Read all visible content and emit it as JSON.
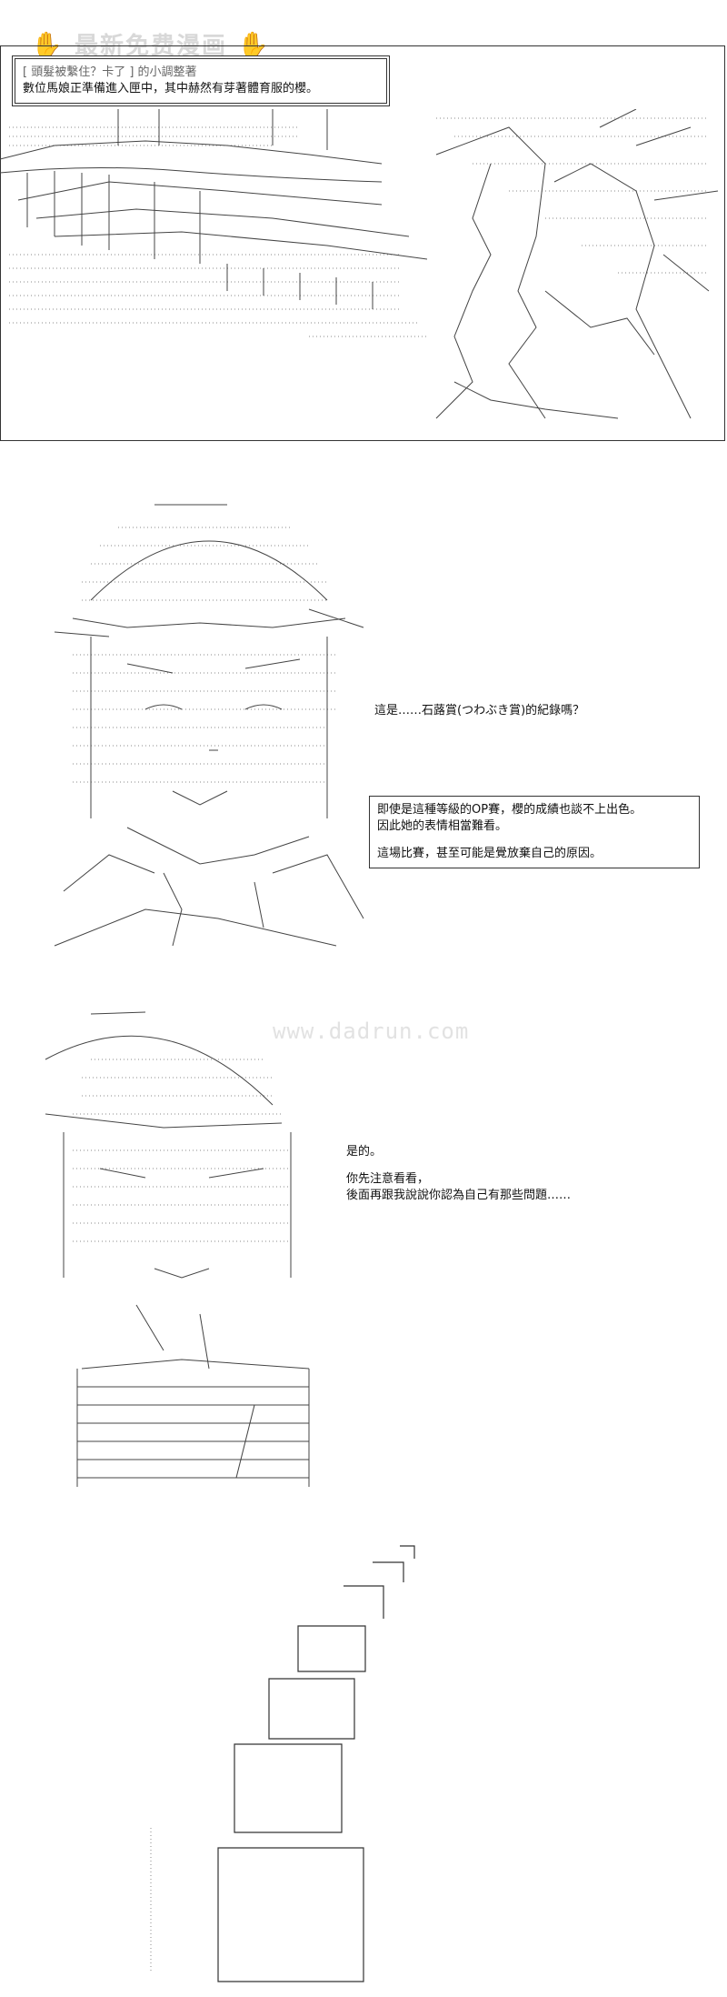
{
  "watermark": {
    "top_text": "最新免费漫画",
    "mid_text": "www.dadrun.com"
  },
  "panel1": {
    "caption_line1": "[ 頭髮被繫住？卡了 ] 的小調整著",
    "caption_line2": "數位馬娘正準備進入匣中，其中赫然有芽著體育服的櫻。"
  },
  "panel2": {
    "speech": "這是……石蕗賞(つわぶき賞)的紀錄嗎？",
    "narration_line1": "即使是這種等級的OP賽，櫻的成績也談不上出色。",
    "narration_line2": "因此她的表情相當難看。",
    "narration_line3": "這場比賽，甚至可能是覺放棄自己的原因。"
  },
  "panel3": {
    "speech_line1": "是的。",
    "speech_line2": "你先注意看看，",
    "speech_line3": "後面再跟我說說你認為自己有那些問題……"
  }
}
